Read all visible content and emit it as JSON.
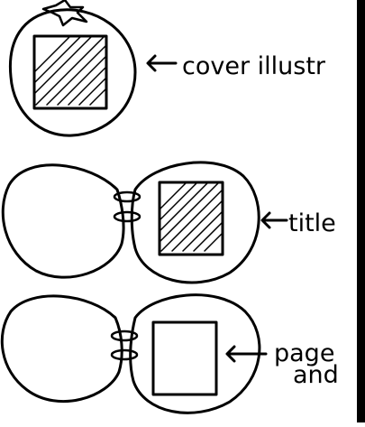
{
  "labels": {
    "cover": "cover illustr",
    "title": "title",
    "page": "page",
    "and": "and"
  },
  "stages": [
    {
      "name": "cover",
      "hatched": true
    },
    {
      "name": "title",
      "hatched": true
    },
    {
      "name": "page",
      "hatched": false
    }
  ],
  "colors": {
    "ink": "#000000",
    "paper": "#ffffff"
  }
}
